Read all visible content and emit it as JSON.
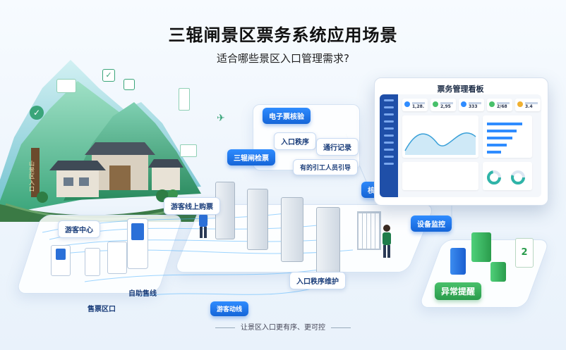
{
  "header": {
    "title": "三辊闸景区票务系统应用场景",
    "subtitle": "适合哪些景区入口管理需求?"
  },
  "scenic_gate_sign": "山景区入口",
  "labels": {
    "e_ticket": "电子票核验",
    "entry_order": "入口秩序",
    "pass_record": "通行记录",
    "staff_guide": "有的引工人员引导",
    "tripod_check": "三辊闸检票",
    "pass_record_2": "核行记录",
    "dashboard_title": "票务管理看板",
    "device_monitor": "设备监控",
    "abnormal_alert": "异常提醒",
    "visitor_center": "游客中心",
    "online_ticket": "游客线上购票",
    "ticket_office": "售票区口",
    "self_service": "自助售线",
    "entry_order_maint": "入口秩序维护",
    "tourist_flow": "游客动线"
  },
  "dashboard": {
    "kpis": [
      "1,28.",
      "2,95",
      "333",
      "2/68",
      "3.4"
    ]
  },
  "footer": {
    "text": "让景区入口更有序、更可控"
  },
  "colors": {
    "accent": "#1565d8",
    "green": "#2a9c4c"
  }
}
